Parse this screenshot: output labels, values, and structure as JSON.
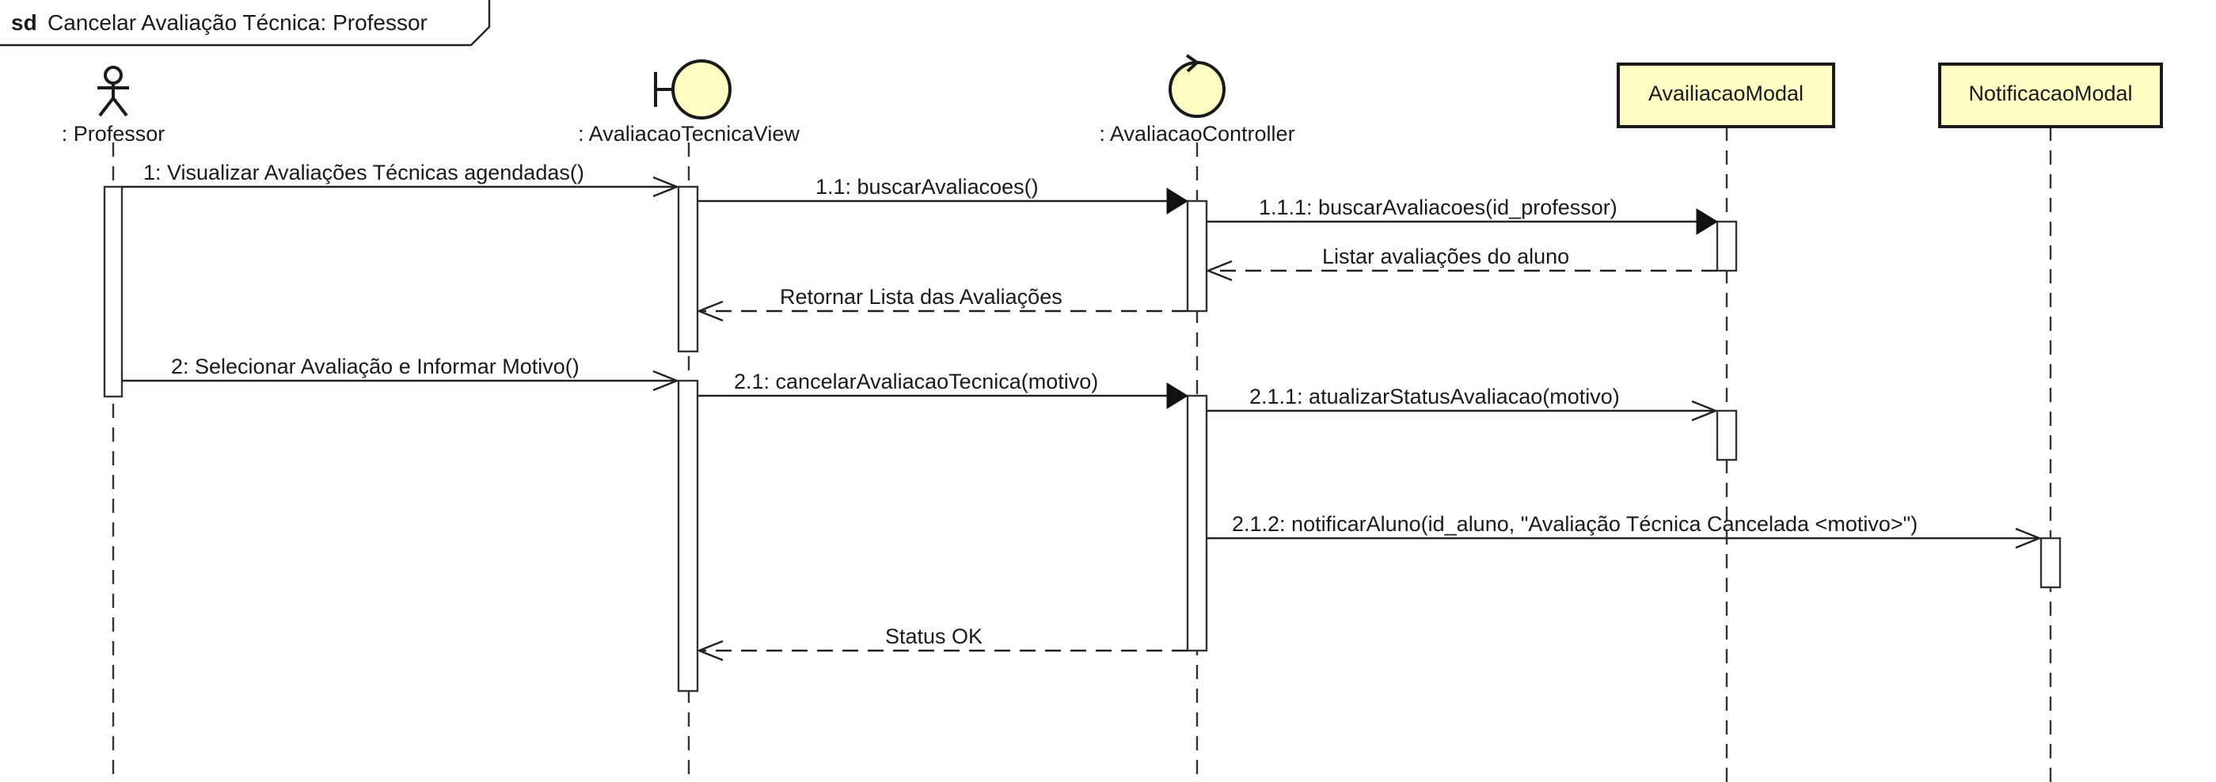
{
  "frame": {
    "prefix": "sd",
    "title": "Cancelar Avaliação Técnica: Professor"
  },
  "lifelines": [
    {
      "id": "professor",
      "kind": "actor",
      "label": ": Professor"
    },
    {
      "id": "view",
      "kind": "boundary",
      "label": ": AvaliacaoTecnicaView"
    },
    {
      "id": "controller",
      "kind": "control",
      "label": ": AvaliacaoController"
    },
    {
      "id": "avaliacao_modal",
      "kind": "object",
      "label": "AvailiacaoModal"
    },
    {
      "id": "notificacao_modal",
      "kind": "object",
      "label": "NotificacaoModal"
    }
  ],
  "messages": [
    {
      "id": "m1",
      "label": "1: Visualizar Avaliações Técnicas agendadas()",
      "from": "professor",
      "to": "view",
      "type": "async"
    },
    {
      "id": "m11",
      "label": "1.1: buscarAvaliacoes()",
      "from": "view",
      "to": "controller",
      "type": "sync"
    },
    {
      "id": "m111",
      "label": "1.1.1: buscarAvaliacoes(id_professor)",
      "from": "controller",
      "to": "avaliacao_modal",
      "type": "sync"
    },
    {
      "id": "r1",
      "label": "Listar avaliações do aluno",
      "from": "avaliacao_modal",
      "to": "controller",
      "type": "return"
    },
    {
      "id": "r2",
      "label": "Retornar Lista das Avaliações",
      "from": "controller",
      "to": "view",
      "type": "return"
    },
    {
      "id": "m2",
      "label": "2: Selecionar Avaliação e Informar Motivo()",
      "from": "professor",
      "to": "view",
      "type": "async"
    },
    {
      "id": "m21",
      "label": "2.1: cancelarAvaliacaoTecnica(motivo)",
      "from": "view",
      "to": "controller",
      "type": "sync"
    },
    {
      "id": "m211",
      "label": "2.1.1: atualizarStatusAvaliacao(motivo)",
      "from": "controller",
      "to": "avaliacao_modal",
      "type": "async"
    },
    {
      "id": "m212",
      "label": "2.1.2: notificarAluno(id_aluno, \"Avaliação Técnica Cancelada <motivo>\")",
      "from": "controller",
      "to": "notificacao_modal",
      "type": "async"
    },
    {
      "id": "r3",
      "label": "Status OK",
      "from": "controller",
      "to": "view",
      "type": "return"
    }
  ],
  "colors": {
    "participant_fill": "#ffffc4",
    "line": "#222222"
  }
}
